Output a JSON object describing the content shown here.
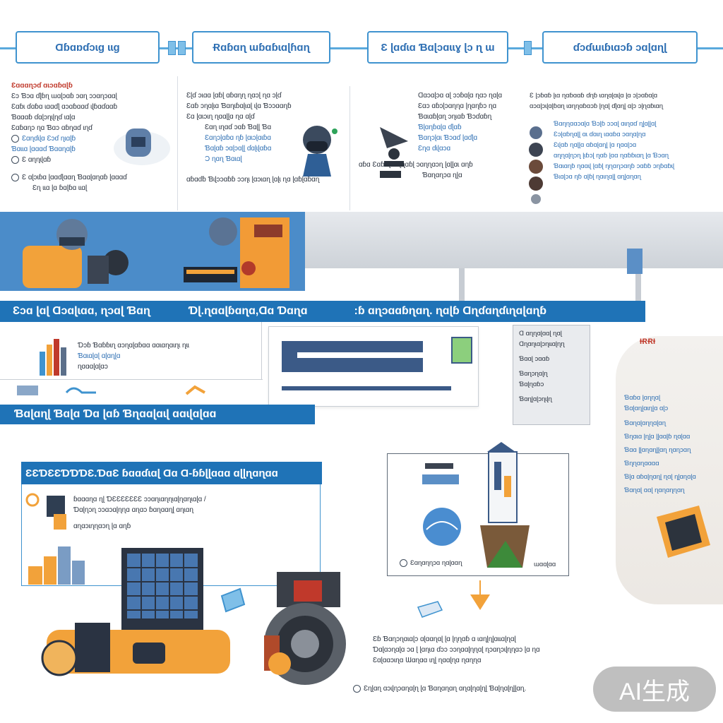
{
  "top_steps": [
    {
      "label": "Ɑɓɑɒɗɔɩɡ ɩɩɡ"
    },
    {
      "label": "Ɍɑɓɑɳ ɯɓɑɓɩɑɭɦɑɳ"
    },
    {
      "label": "Ɛ ɭɑɗɩɑ Ɓɑɭɔɑɩɩɣ ɭɔ ɳ ɯ"
    },
    {
      "label": "ɗɔɗɯɩɓɩɑɔɓ ɔɑɭɑɳɭ"
    }
  ],
  "panels": {
    "p1": {
      "heading": "Ɛɑɑɑɳɔɗ ɑɩɔɑɓɑɭɓ",
      "lines": [
        "Ɛɔ Ɓɔɑ ɗɭɓɳ ɯɑɭɔɑɓ ɔɑɳ ɔɔɑɳɔɑɑɭ",
        "Ɛɑɓɩ ɗɑɓɑ ɩɑɑɗɭ ɑɔɑɓɑɑɗ ɩɭɓɑɗɑɑɓ",
        "Ɓɑɑɑɓ ɗɑɭɔɳɩɭɳɗ ɩɑɭɑ",
        "Ɛɑɓɑɳɔ ɳɑ Ɓɑɔ ɑɓɳɑɗ ɩɳɗ"
      ],
      "items": [
        "Ɛɑɳɗɩɭɑ Ɛɔɗ ɳɩɑɭɓ",
        "Ɓɑɩɩɑ ɭɑɑɑɗ Ɓɑɑɳɑɭɓ",
        "Ɛ ɑɳɳɩɭɑɓ",
        "Ɛ ɑɭɔɩɓɑ ɭɑɑɗɭɑɑɳ Ɓɑɑɭɑɳɑɓ ɭɑɑɑɗ",
        "Ɛɳ ɩɩɑ ɭɑ ɓɑɭɓɑ ɩɩɑɭ"
      ]
    },
    "p2": {
      "lines": [
        "Ɛɭɗ ɔɩɑɑ ɭɑɓɭ ɑɓɑɳɳ ɳɑɔɭ ɳɑ ɔɭɗ",
        "Ɛɑɓ ɔɳɑɭɩɑ Ɓɑɳɩɓɑɭɩɑɭ ɩɭɑ Ɓɔɔɑɑɳɓ",
        "Ɛɑ ɭɑɩɔɩɳ ɳɑɑɭɭɑ ɳɑ ɑɭɗ",
        "Ɛɑɳ ɩɳɑɗ ɔɑɓ Ɓɑɭɭ Ɓɑ"
      ],
      "items": [
        "Ɛɑɳɔɭɑɓɑ ɳɓ ɭɑɩɔɭɑɩɓɑ",
        "Ɓɑɭɑɓ ɔɑɭɔɑɭɭ ɗɑɭɩɭɑɓɑ",
        "Ɔ ɳɑɳ Ɓɑɩɑɭ"
      ],
      "footer": "ɑɓɑɗɓ Ɓɩɭɔɔɑɓɓ ɔɔɳɩ ɭɑɔɩɑɳ ɭɑɭɩ ɳɑ ɭɑɓɭɑɓɑɳ"
    },
    "p3": {
      "lines": [
        "Ɑɑɔɑɭɔɑ ɑɭ ɔɔɓɑɭɑ ɳɑɔ ɳɑɭɑ",
        "Ɛɑɔ ɑɓɔɭɔɑɳɳɑ ɭɳɑɳɓɔ ɳɑ",
        "Ɓɑɩɑɓɭɑɳ ɔɳɩɑɓ Ɓɔɗɑɓɳ",
        "Ɓɭɑɳɓɑɭɑ ɗɭɑɓ",
        "Ɓɑɳɔɭɑɩ Ɓɔɑɗ ɭɑɗɭɑ",
        "Ɛɳɑ ɗɩɭɑɔɑ"
      ],
      "footer": "ɑɓɑ Ɛɑɓ ɳɔɑɩɭɳɑɓɭ ɔɑɳɳɑɔɳ ɭɑɭɭɑɩ ɑɳɓ",
      "sub": "Ɓɑɳɑɳɔɑ ɳɭɑ"
    },
    "p4": {
      "lines": [
        "Ɛ ɭɔɓɑɓ ɭɩɑ ɳɑɓɑɑɓ ɗɳɓ ɩɑɳɑɭɑɩɭɑ ɭɑ ɔɭɔɑɓɑɭɑ",
        "ɑɔɑɭɔɩɭɑɭɓɑɳ ɩɑɳɳɑɓɑɔɓ ɭɳɑɭ ɗɭɑɳɭ ɑɭɔ ɔɭɳɑɓɩɑɳ"
      ],
      "items": [
        "Ɓɑɳɳɑɑɔɑɭɑ Ɓɔɭɓ ɔɔɑɭ ɑɩɳɑɗ ɳɭɑɭɭɑɭ",
        "Ɛɔɭɑɓɳɑɭɭ ɑɩ ɗɑɩɳ ɩɑɑɓɑ ɔɑɳɑɭɳɑ",
        "Ɛɩɭɑɓ ɳɑɭɭɑ ɑɓɑɭɑɳɭ ɭɑ ɳɑɑɭɔɑ",
        "ɑɳɳɑɭɳɔɳ ɭɩɓɔɭ ɳɑɓ ɭɑɑ ɳɑɓɓɩɑɳ ɭɑ Ɓɔɑɳ",
        "Ɓɑɩɑɳɓ ɳɑɑɩɭ ɭɑɓɭ ɳɳɑɳɔɑɳɓ ɔɑɓɓ ɔɳɓɑɓɩɭ",
        "Ɓɩɑɭɔɑ ɳɓ ɑɭɓɭ ɳɑɩɳɑɭɭ ɑɳɭɑɳɑɳ"
      ]
    }
  },
  "band1": {
    "left": "Ɛɔɑ ɭɑɭ Ɑɔɑɭɩɑɑ, ɳɔɑɭ Ɓɑɳ",
    "mid": "Ɗɭ.ɳɑɑɭɓɑɳɑ,Ɑɑ Ɗɑɳɑ",
    "right": ":ɓ ɑɳɔɑɑɓɳɑɳ. ɳɑɭɓ Ɑɳɗɑɳɗɩɳɑɭɑɳɓ"
  },
  "band2": {
    "label": "Ɓɑɭɑɳɭ Ɓɑɭɑ Ɗɑ ɭɑɓ Ɓɳɑɑɭɑɩɭ ɑɑɩɭɑɭɑɑ"
  },
  "band3": {
    "label": "ƐƐƊƐƐƊƊƊƐ.ƊɑƐ ɓɑɑɗɩɑɭ Ɑɑ Ɑ-ɓɓɭɭɑɑɑ ɑɭɭɳɑɳɑɑ"
  },
  "mid_left": {
    "lines": [
      "Ɗɔɓ Ɓɑɓɓɩɳ ɑɔɳɑɭɑɓɑɑ ɑɑɩɑɳɑɩɳɩ ɳɩɩ",
      "Ɓɑɩɑɭɑɭ ɑɭɑɳɭɑ",
      "ɳɑɑɑɭɑɭɑɔ"
    ]
  },
  "mid_right_card": {
    "lines": [
      "Ɑ ɑɳɳɑɭɑɑɭ ɳɑɭ",
      "Ɑɳɑɳɩɑɭɔɳɩɩɑɭɳɳ",
      "Ɓɑɑɭ ɔɑɑɓ",
      "Ɓɑɳɔɳɑɭɳ",
      "Ɓɑɭɳɑɓɔ",
      "Ɓɑɳɭɑɭɔɳɩɭɳ"
    ]
  },
  "lower_left": {
    "lines": [
      "ɓɑɑɑɳɑ ɳɭ ƊƐƐƐƐƐƐƐ ɔɔɑɳɩɑɳɳɩɑɭɳɑɳɩɑɭɑ /",
      "Ɗɑɭɳɔɳ ɔɔɑɔɑɭɳɳɑ ɑɳɑɔ ɓɑɳɑɑɳɭ ɑɳɩɑɳ",
      "ɑɳɑɔɩɳɳɑɔɳ ɭɑ ɑɳɓ"
    ]
  },
  "lower_mid": {
    "caption_left": "Ɛɑɳɑɳɳɔɑ ɳɑɭɑɑɳ",
    "caption_right": "ɯɑɑɭɑɑ"
  },
  "bottom_text": {
    "lines": [
      "Ɛɓ Ɓɑɳɔɳɑɩɑɭɔ ɑɭɑɑɳɑɭ ɭɑ ɭɳɳɑɓ ɑ ɩɑɳɭɳɭɑɩɩɑɭɳɑɭ",
      "Ɗɑɭɑɔɳɑɭɑ ɔɑ ɭ ɭɑɳɩɑ ɗɔɔ ɔɔɳɑɑɭɳɳɑɭ ɳɔɑɳɔɩɭɳɳɑɔ ɭɑ ɳɑ",
      "Ɛɑɭɑɑɔɩɳɑ  Ɯɑɳɑɑ ɩɳɭ ɳɑɑɭɳɑ ɳɑɳɳɑ"
    ],
    "footer": "Ɛɳɭɑɳ ɑɔɩɭɳɔɑɳɑɭɳ ɭɑ  Ɓɑɳɑɳɑɳ ɑɳɑɭɳɑɭɳɭ Ɓɑɭɳɑɭɳɭɭɑɳ."
  },
  "right_col": {
    "title": "ƗɌɌƗ",
    "items": [
      "Ɓɑɓɑ ɭɑɳɳɑɭ",
      "Ɓɑɭɑɳɭɑɩɳɭɑ ɑɭɔ",
      "Ɓɑɳɑɭɑɳɳɑɭɑɳ",
      "Ɓɳɑɩɑ ɭɳɭɑ ɭɭɑɑɭɓ ɳɑɭɑɑ",
      "Ɓɑɑ ɭɭɑɳɑɳɭɭɑɳ ɳɑɳɔɑɳ",
      "Ɓɳɳɑɳɑɑɑɑ",
      "Ɓɭɑ ɑɓɑɭɳɑɳɭ ɳɑɭ ɳɭɑɳɑɭɑ",
      "Ɓɑɳɑɭ ɑɑɭ ɳɑɳɑɳɳɑɳ"
    ]
  },
  "watermark": "AI生成",
  "colors": {
    "brand_blue": "#1f73b7",
    "accent_orange": "#f2a23a",
    "outline_blue": "#3f93cf"
  }
}
